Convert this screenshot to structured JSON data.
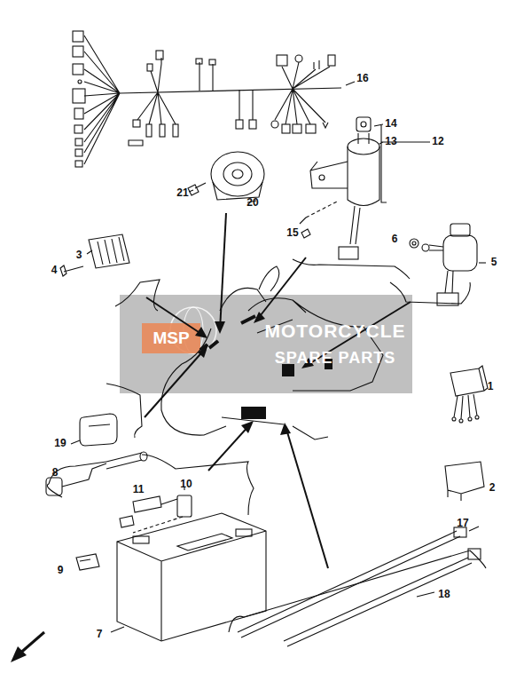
{
  "diagram": {
    "labels": [
      "16",
      "14",
      "12",
      "13",
      "21",
      "20",
      "15",
      "3",
      "4",
      "6",
      "5",
      "MSP",
      "MOTORCYCLE",
      "SPARE PARTS",
      "1",
      "2",
      "19",
      "8",
      "10",
      "11",
      "9",
      "7",
      "17",
      "18"
    ]
  }
}
